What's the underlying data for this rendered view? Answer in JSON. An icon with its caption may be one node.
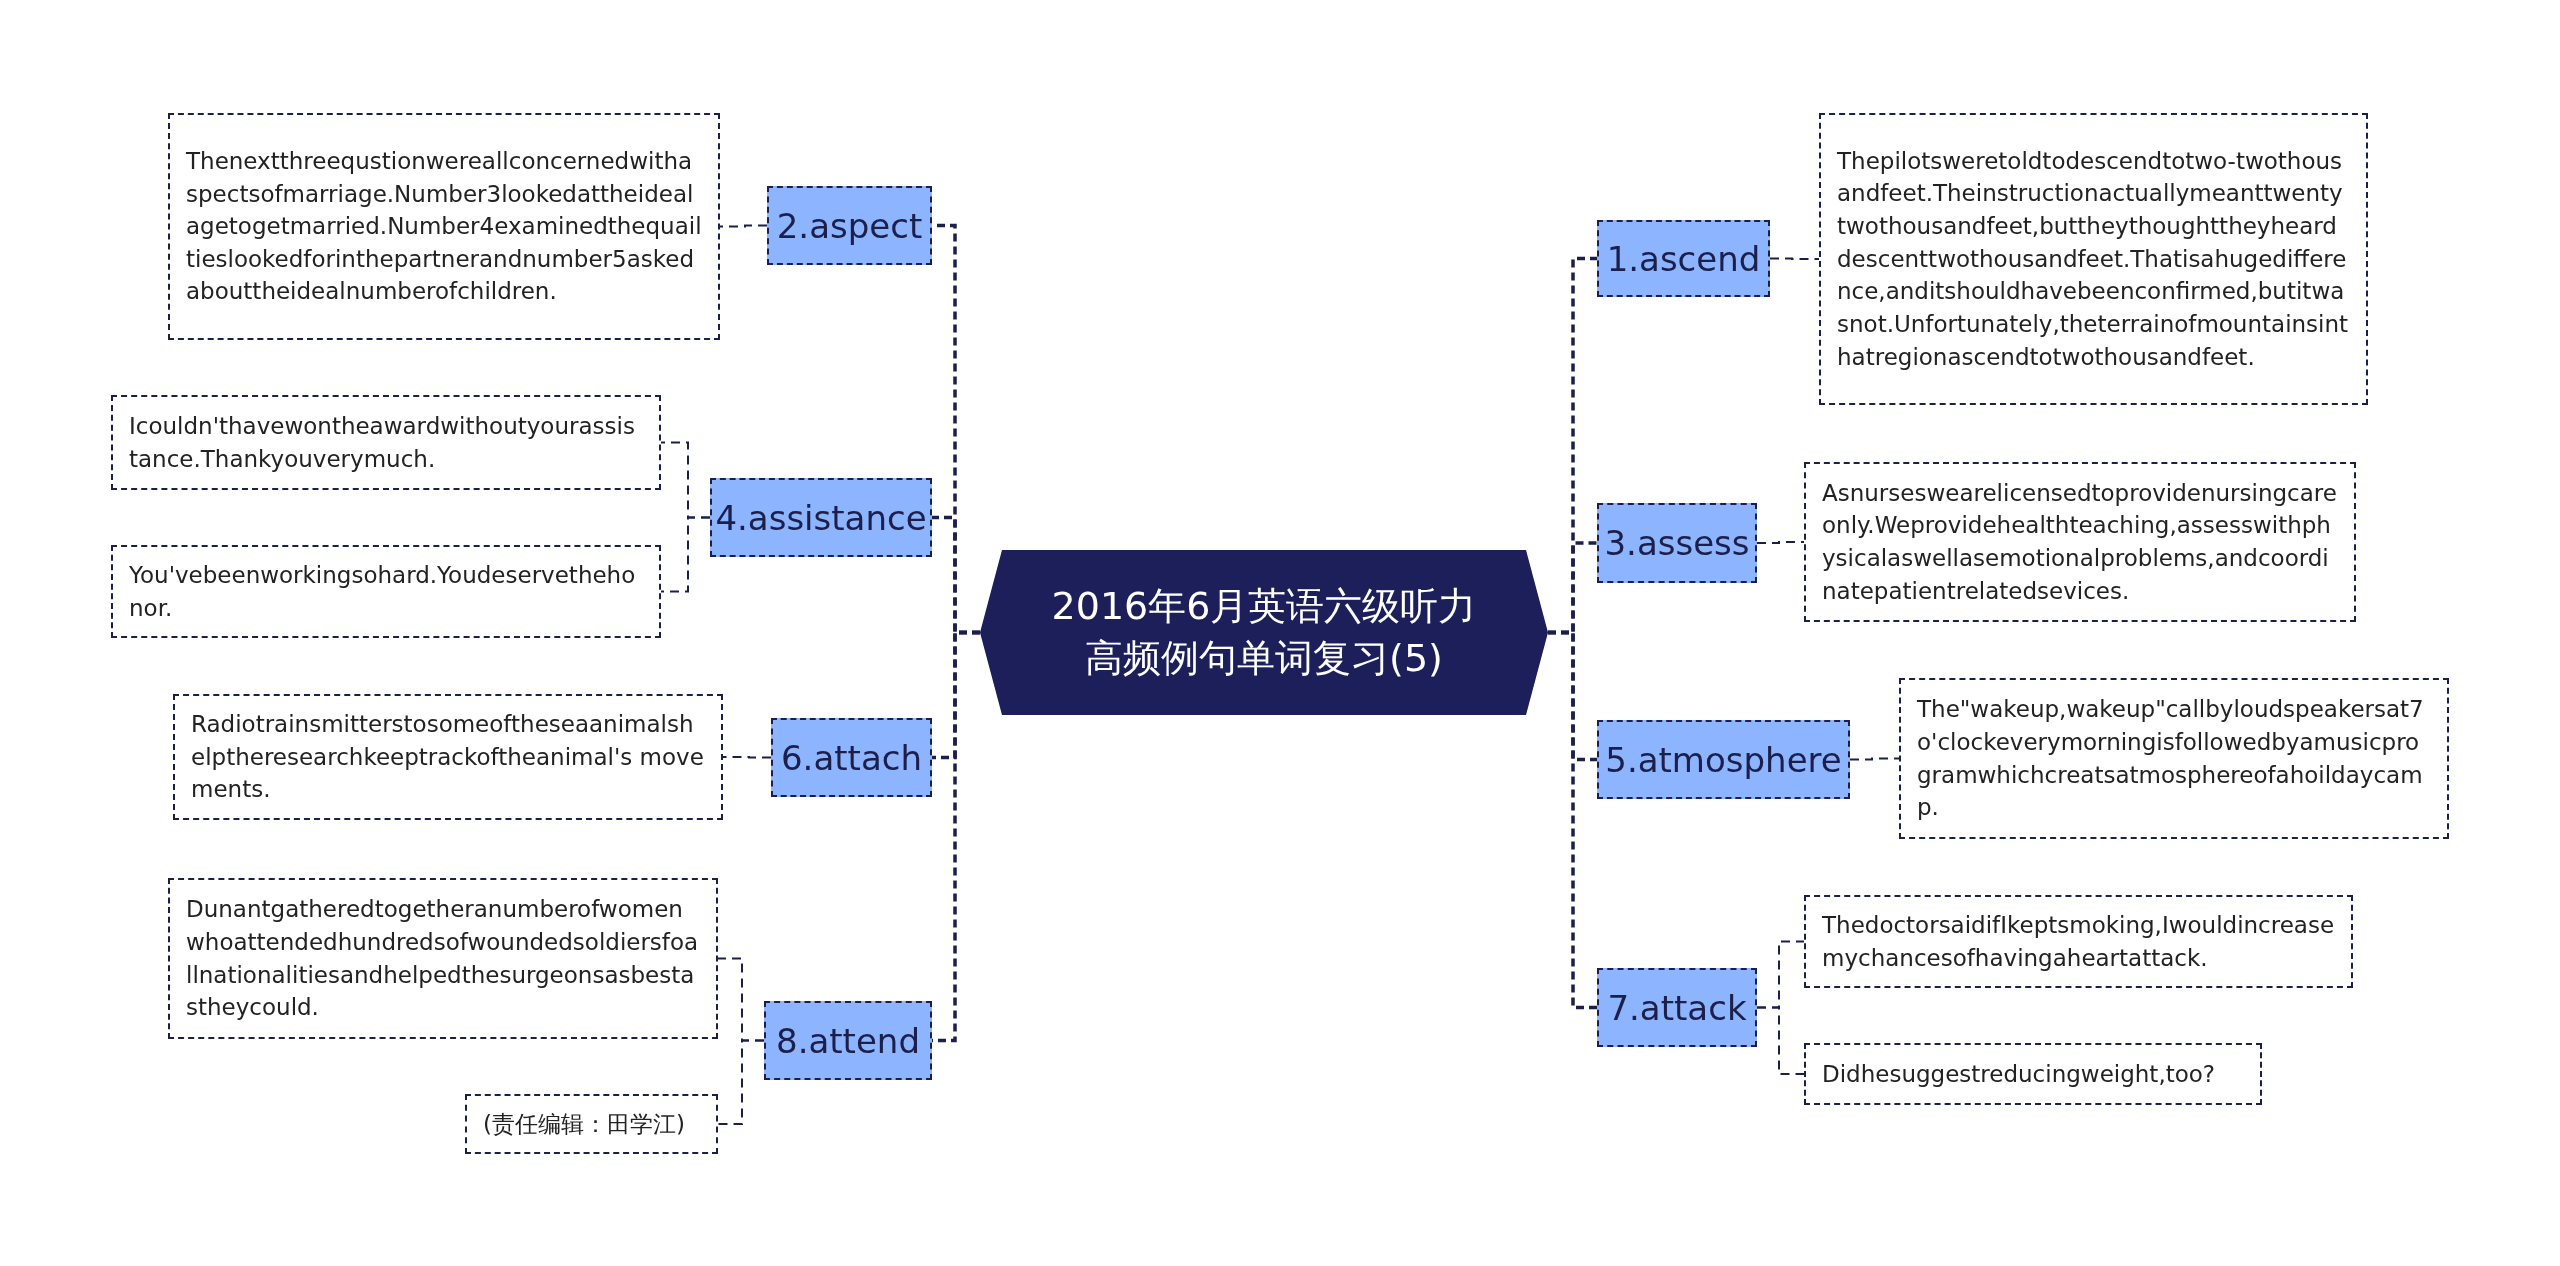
{
  "diagram": {
    "nodes": [
      {
        "text": [
          "2016年6月英语六级听力高频例句单词复习(5)"
        ]
      },
      {
        "text": [
          "1.ascend"
        ]
      },
      {
        "text": [
          "Thepilotsweretoldtodescendtotwo-twothousandfeet.Theinstructionactuallymeanttwentytwothousandfeet,buttheythoughttheyhearddescenttwothousandfeet.Thatisahugedifference,anditshouldhavebeenconfirmed,butitwasnot.Unfortunately,theterrainofmountainsinthatregionascendtotwothousandfeet."
        ]
      },
      {
        "text": [
          "2.aspect"
        ]
      },
      {
        "text": [
          "Thenextthreequstionwereallconcernedwithaspectsofmarriage.Number3lookedattheidealagetogetmarried.Number4examinedthequailtieslookedforinthepartnerandnumber5askedabouttheidealnumberofchildren."
        ]
      },
      {
        "text": [
          "3.assess"
        ]
      },
      {
        "text": [
          "Asnurseswearelicensedtoprovidenursingcareonly.Weprovidehealthteaching,assesswithphysicalaswellasemotionalproblems,andcoordinatepatientrelatedsevices."
        ]
      },
      {
        "text": [
          "4.assistance"
        ]
      },
      {
        "text": [
          "Icouldn'thavewontheawardwithoutyourassistance.Thankyouverymuch."
        ]
      },
      {
        "text": [
          "You'vebeenworkingsohard.Youdeservethehonor."
        ]
      },
      {
        "text": [
          "5.atmosphere"
        ]
      },
      {
        "text": [
          "The\"wakeup,wakeup\"callbyloudspeakersat7o'clockeverymorningisfollowedbyamusicprogramwhichcreatsatmosphereofahoildaycamp."
        ]
      },
      {
        "text": [
          "6.attach"
        ]
      },
      {
        "text": [
          "Radiotrainsmitterstosomeoftheseaanimalshelptheresearchkeeptrackoftheanimal's movements."
        ]
      },
      {
        "text": [
          "7.attack"
        ]
      },
      {
        "text": [
          "ThedoctorsaidifIkeptsmoking,Iwouldincreasemychancesofhavingaheartattack."
        ]
      },
      {
        "text": [
          "Didhesuggestreducingweight,too?"
        ]
      },
      {
        "text": [
          "8.attend"
        ]
      },
      {
        "text": [
          "Dunantgatheredtogetheranumberofwomenwhoattendedhundredsofwoundedsoldiersfoallnationalitiesandhelpedthesurgeonsasbestastheycould."
        ]
      },
      {
        "text": [
          "(责任编辑：田学江)"
        ]
      }
    ],
    "edges": [
      {
        "from": 0,
        "to": 1,
        "arrow": "none",
        "style": "dashed"
      },
      {
        "from": 1,
        "to": 2,
        "arrow": "none",
        "style": "dashed"
      },
      {
        "from": 0,
        "to": 3,
        "arrow": "none",
        "style": "dashed"
      },
      {
        "from": 3,
        "to": 4,
        "arrow": "none",
        "style": "dashed"
      },
      {
        "from": 0,
        "to": 5,
        "arrow": "none",
        "style": "dashed"
      },
      {
        "from": 5,
        "to": 6,
        "arrow": "none",
        "style": "dashed"
      },
      {
        "from": 0,
        "to": 7,
        "arrow": "none",
        "style": "dashed"
      },
      {
        "from": 7,
        "to": 8,
        "arrow": "none",
        "style": "dashed"
      },
      {
        "from": 7,
        "to": 9,
        "arrow": "none",
        "style": "dashed"
      },
      {
        "from": 0,
        "to": 10,
        "arrow": "none",
        "style": "dashed"
      },
      {
        "from": 10,
        "to": 11,
        "arrow": "none",
        "style": "dashed"
      },
      {
        "from": 0,
        "to": 12,
        "arrow": "none",
        "style": "dashed"
      },
      {
        "from": 12,
        "to": 13,
        "arrow": "none",
        "style": "dashed"
      },
      {
        "from": 0,
        "to": 14,
        "arrow": "none",
        "style": "dashed"
      },
      {
        "from": 14,
        "to": 15,
        "arrow": "none",
        "style": "dashed"
      },
      {
        "from": 14,
        "to": 16,
        "arrow": "none",
        "style": "dashed"
      },
      {
        "from": 0,
        "to": 17,
        "arrow": "none",
        "style": "dashed"
      },
      {
        "from": 17,
        "to": 18,
        "arrow": "none",
        "style": "dashed"
      },
      {
        "from": 17,
        "to": 19,
        "arrow": "none",
        "style": "dashed"
      }
    ]
  }
}
